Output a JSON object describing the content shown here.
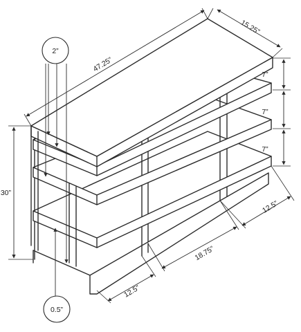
{
  "drawing": {
    "subject": "shelf-unit-dimension-drawing",
    "line_color": "#2b2b2b",
    "background": "#ffffff"
  },
  "dimensions": {
    "width": "47.25”",
    "depth": "15.25”",
    "height": "30”",
    "shelf_gap_1": "7”",
    "shelf_gap_2": "7”",
    "shelf_gap_3": "7”",
    "side_depth": "12.5”",
    "inner_width": "18.75”",
    "front_depth": "12.5”",
    "top_thickness": "2”",
    "base_thickness": "0.5”"
  }
}
